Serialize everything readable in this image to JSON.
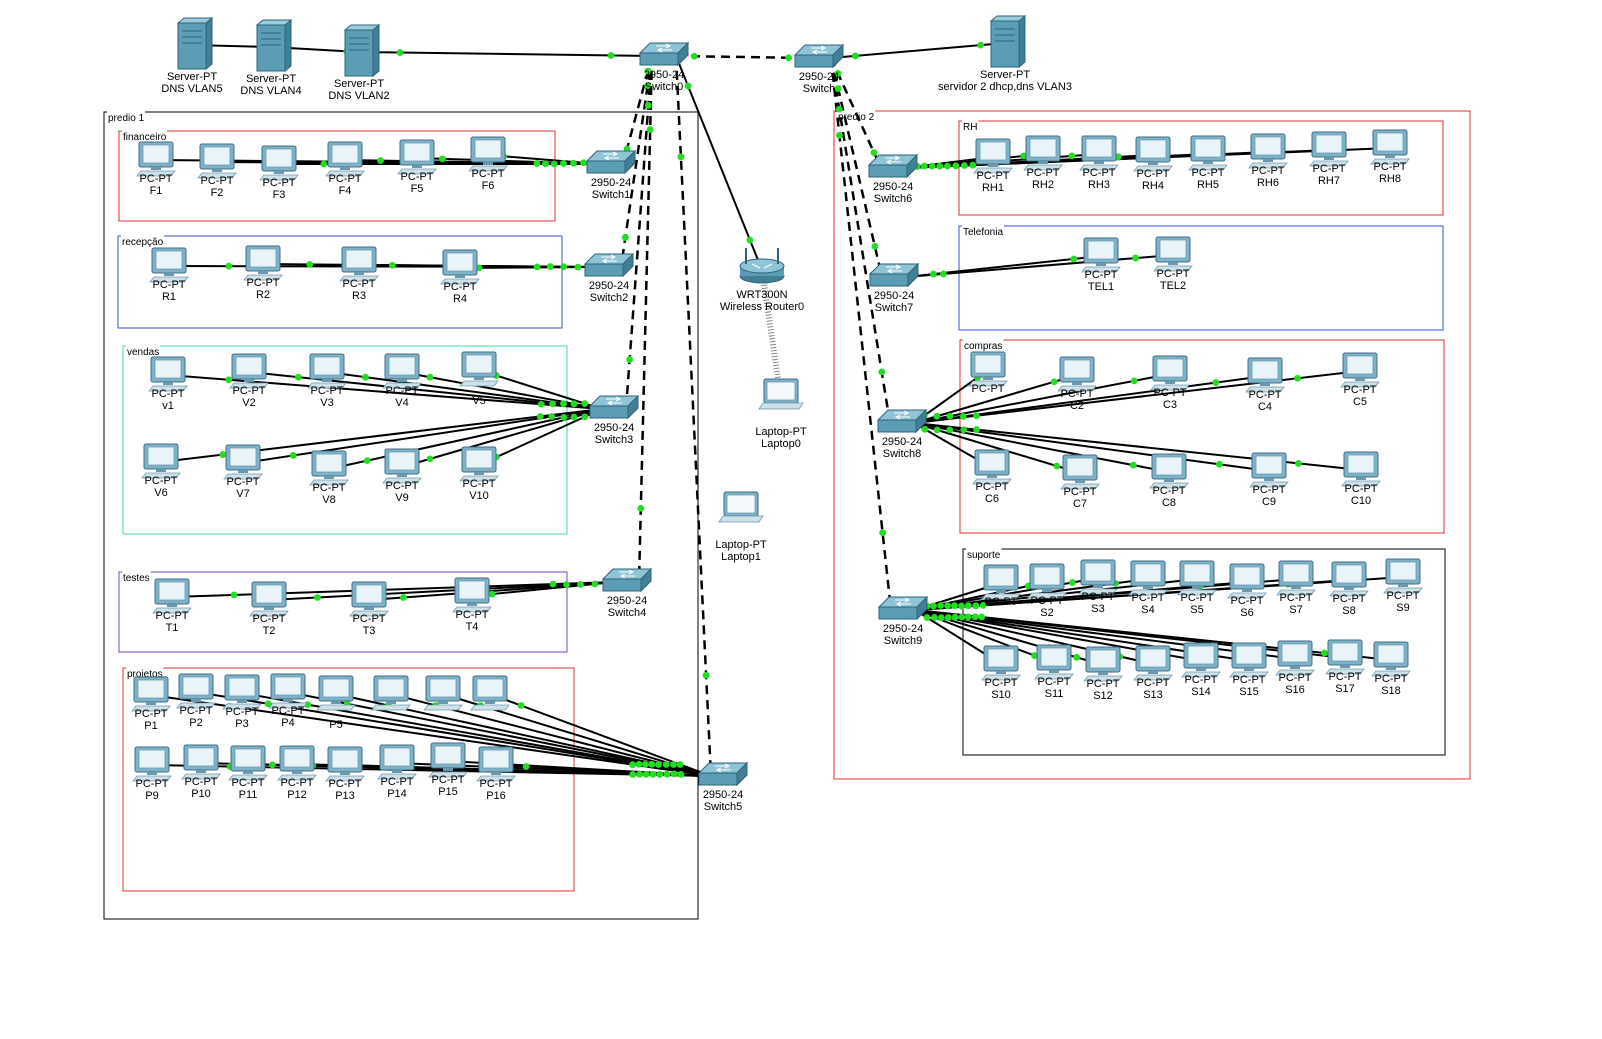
{
  "colors": {
    "background": "#ffffff",
    "link": "#000000",
    "port": "#22dd22",
    "red_area": "#e03030",
    "blue_area": "#3355cc",
    "green_area": "#44dd99",
    "purple_area": "#7744cc",
    "black_area": "#000000",
    "device_body": "#5a9db5"
  },
  "areas": [
    {
      "id": "predio1",
      "label": "predio 1",
      "color": "black"
    },
    {
      "id": "financeiro",
      "label": "financeiro",
      "color": "red"
    },
    {
      "id": "recepcao",
      "label": "recepção",
      "color": "blue"
    },
    {
      "id": "vendas",
      "label": "vendas",
      "color": "green"
    },
    {
      "id": "testes",
      "label": "testes",
      "color": "purple"
    },
    {
      "id": "projetos",
      "label": "projetos",
      "color": "red"
    },
    {
      "id": "predio2",
      "label": "predio 2",
      "color": "red"
    },
    {
      "id": "rh",
      "label": "RH",
      "color": "red"
    },
    {
      "id": "telefonia",
      "label": "Telefonia",
      "color": "blue"
    },
    {
      "id": "compras",
      "label": "compras",
      "color": "red"
    },
    {
      "id": "suporte",
      "label": "suporte",
      "color": "black"
    }
  ],
  "devices": [
    {
      "id": "srv1",
      "type": "server",
      "model": "Server-PT",
      "name": "DNS VLAN5"
    },
    {
      "id": "srv2",
      "type": "server",
      "model": "Server-PT",
      "name": "DNS VLAN4"
    },
    {
      "id": "srv3",
      "type": "server",
      "model": "Server-PT",
      "name": "DNS VLAN2"
    },
    {
      "id": "srv4",
      "type": "server",
      "model": "Server-PT",
      "name": "servidor 2 dhcp,dns VLAN3"
    },
    {
      "id": "sw0",
      "type": "switch",
      "model": "2950-24",
      "name": "Switch0"
    },
    {
      "id": "swC",
      "type": "switch",
      "model": "2950-24",
      "name": "Switch"
    },
    {
      "id": "sw1",
      "type": "switch",
      "model": "2950-24",
      "name": "Switch1"
    },
    {
      "id": "sw2",
      "type": "switch",
      "model": "2950-24",
      "name": "Switch2"
    },
    {
      "id": "sw3",
      "type": "switch",
      "model": "2950-24",
      "name": "Switch3"
    },
    {
      "id": "sw4",
      "type": "switch",
      "model": "2950-24",
      "name": "Switch4"
    },
    {
      "id": "sw5",
      "type": "switch",
      "model": "2950-24",
      "name": "Switch5"
    },
    {
      "id": "sw6",
      "type": "switch",
      "model": "2950-24",
      "name": "Switch6"
    },
    {
      "id": "sw7",
      "type": "switch",
      "model": "2950-24",
      "name": "Switch7"
    },
    {
      "id": "sw8",
      "type": "switch",
      "model": "2950-24",
      "name": "Switch8"
    },
    {
      "id": "sw9",
      "type": "switch",
      "model": "2950-24",
      "name": "Switch9"
    },
    {
      "id": "router",
      "type": "router",
      "model": "WRT300N",
      "name": "Wireless Router0"
    },
    {
      "id": "lap0",
      "type": "laptop",
      "model": "Laptop-PT",
      "name": "Laptop0"
    },
    {
      "id": "lap1",
      "type": "laptop",
      "model": "Laptop-PT",
      "name": "Laptop1"
    },
    {
      "id": "F1",
      "type": "pc",
      "model": "PC-PT",
      "name": "F1"
    },
    {
      "id": "F2",
      "type": "pc",
      "model": "PC-PT",
      "name": "F2"
    },
    {
      "id": "F3",
      "type": "pc",
      "model": "PC-PT",
      "name": "F3"
    },
    {
      "id": "F4",
      "type": "pc",
      "model": "PC-PT",
      "name": "F4"
    },
    {
      "id": "F5",
      "type": "pc",
      "model": "PC-PT",
      "name": "F5"
    },
    {
      "id": "F6",
      "type": "pc",
      "model": "PC-PT",
      "name": "F6"
    },
    {
      "id": "R1",
      "type": "pc",
      "model": "PC-PT",
      "name": "R1"
    },
    {
      "id": "R2",
      "type": "pc",
      "model": "PC-PT",
      "name": "R2"
    },
    {
      "id": "R3",
      "type": "pc",
      "model": "PC-PT",
      "name": "R3"
    },
    {
      "id": "R4",
      "type": "pc",
      "model": "PC-PT",
      "name": "R4"
    },
    {
      "id": "v1",
      "type": "pc",
      "model": "PC-PT",
      "name": "v1"
    },
    {
      "id": "V2",
      "type": "pc",
      "model": "PC-PT",
      "name": "V2"
    },
    {
      "id": "V3",
      "type": "pc",
      "model": "PC-PT",
      "name": "V3"
    },
    {
      "id": "V4",
      "type": "pc",
      "model": "PC-PT",
      "name": "V4"
    },
    {
      "id": "V5",
      "type": "pc",
      "model": "",
      "name": "V5"
    },
    {
      "id": "V6",
      "type": "pc",
      "model": "PC-PT",
      "name": "V6"
    },
    {
      "id": "V7",
      "type": "pc",
      "model": "PC-PT",
      "name": "V7"
    },
    {
      "id": "V8",
      "type": "pc",
      "model": "PC-PT",
      "name": "V8"
    },
    {
      "id": "V9",
      "type": "pc",
      "model": "PC-PT",
      "name": "V9"
    },
    {
      "id": "V10",
      "type": "pc",
      "model": "PC-PT",
      "name": "V10"
    },
    {
      "id": "T1",
      "type": "pc",
      "model": "PC-PT",
      "name": "T1"
    },
    {
      "id": "T2",
      "type": "pc",
      "model": "PC-PT",
      "name": "T2"
    },
    {
      "id": "T3",
      "type": "pc",
      "model": "PC-PT",
      "name": "T3"
    },
    {
      "id": "T4",
      "type": "pc",
      "model": "PC-PT",
      "name": "T4"
    },
    {
      "id": "P1",
      "type": "pc",
      "model": "PC-PT",
      "name": "P1"
    },
    {
      "id": "P2",
      "type": "pc",
      "model": "PC-PT",
      "name": "P2"
    },
    {
      "id": "P3",
      "type": "pc",
      "model": "PC-PT",
      "name": "P3"
    },
    {
      "id": "P4",
      "type": "pc",
      "model": "PC-PT",
      "name": "P4"
    },
    {
      "id": "P5",
      "type": "pc",
      "model": "",
      "name": "P5"
    },
    {
      "id": "P6",
      "type": "pc",
      "model": "",
      "name": ""
    },
    {
      "id": "P7",
      "type": "pc",
      "model": "",
      "name": ""
    },
    {
      "id": "P8",
      "type": "pc",
      "model": "",
      "name": ""
    },
    {
      "id": "P9",
      "type": "pc",
      "model": "PC-PT",
      "name": "P9"
    },
    {
      "id": "P10",
      "type": "pc",
      "model": "PC-PT",
      "name": "P10"
    },
    {
      "id": "P11",
      "type": "pc",
      "model": "PC-PT",
      "name": "P11"
    },
    {
      "id": "P12",
      "type": "pc",
      "model": "PC-PT",
      "name": "P12"
    },
    {
      "id": "P13",
      "type": "pc",
      "model": "PC-PT",
      "name": "P13"
    },
    {
      "id": "P14",
      "type": "pc",
      "model": "PC-PT",
      "name": "P14"
    },
    {
      "id": "P15",
      "type": "pc",
      "model": "PC-PT",
      "name": "P15"
    },
    {
      "id": "P16",
      "type": "pc",
      "model": "PC-PT",
      "name": "P16"
    },
    {
      "id": "RH1",
      "type": "pc",
      "model": "PC-PT",
      "name": "RH1"
    },
    {
      "id": "RH2",
      "type": "pc",
      "model": "PC-PT",
      "name": "RH2"
    },
    {
      "id": "RH3",
      "type": "pc",
      "model": "PC-PT",
      "name": "RH3"
    },
    {
      "id": "RH4",
      "type": "pc",
      "model": "PC-PT",
      "name": "RH4"
    },
    {
      "id": "RH5",
      "type": "pc",
      "model": "PC-PT",
      "name": "RH5"
    },
    {
      "id": "RH6",
      "type": "pc",
      "model": "PC-PT",
      "name": "RH6"
    },
    {
      "id": "RH7",
      "type": "pc",
      "model": "PC-PT",
      "name": "RH7"
    },
    {
      "id": "RH8",
      "type": "pc",
      "model": "PC-PT",
      "name": "RH8"
    },
    {
      "id": "TEL1",
      "type": "pc",
      "model": "PC-PT",
      "name": "TEL1"
    },
    {
      "id": "TEL2",
      "type": "pc",
      "model": "PC-PT",
      "name": "TEL2"
    },
    {
      "id": "C1",
      "type": "pc",
      "model": "PC-PT",
      "name": ""
    },
    {
      "id": "C2",
      "type": "pc",
      "model": "PC-PT",
      "name": "C2"
    },
    {
      "id": "C3",
      "type": "pc",
      "model": "PC-PT",
      "name": "C3"
    },
    {
      "id": "C4",
      "type": "pc",
      "model": "PC-PT",
      "name": "C4"
    },
    {
      "id": "C5",
      "type": "pc",
      "model": "PC-PT",
      "name": "C5"
    },
    {
      "id": "C6",
      "type": "pc",
      "model": "PC-PT",
      "name": "C6"
    },
    {
      "id": "C7",
      "type": "pc",
      "model": "PC-PT",
      "name": "C7"
    },
    {
      "id": "C8",
      "type": "pc",
      "model": "PC-PT",
      "name": "C8"
    },
    {
      "id": "C9",
      "type": "pc",
      "model": "PC-PT",
      "name": "C9"
    },
    {
      "id": "C10",
      "type": "pc",
      "model": "PC-PT",
      "name": "C10"
    },
    {
      "id": "S1",
      "type": "pc",
      "model": "PC-PT",
      "name": ""
    },
    {
      "id": "S2",
      "type": "pc",
      "model": "PC-PT",
      "name": "S2"
    },
    {
      "id": "S3",
      "type": "pc",
      "model": "PC-PT",
      "name": "S3"
    },
    {
      "id": "S4",
      "type": "pc",
      "model": "PC-PT",
      "name": "S4"
    },
    {
      "id": "S5",
      "type": "pc",
      "model": "PC-PT",
      "name": "S5"
    },
    {
      "id": "S6",
      "type": "pc",
      "model": "PC-PT",
      "name": "S6"
    },
    {
      "id": "S7",
      "type": "pc",
      "model": "PC-PT",
      "name": "S7"
    },
    {
      "id": "S8",
      "type": "pc",
      "model": "PC-PT",
      "name": "S8"
    },
    {
      "id": "S9",
      "type": "pc",
      "model": "PC-PT",
      "name": "S9"
    },
    {
      "id": "S10",
      "type": "pc",
      "model": "PC-PT",
      "name": "S10"
    },
    {
      "id": "S11",
      "type": "pc",
      "model": "PC-PT",
      "name": "S11"
    },
    {
      "id": "S12",
      "type": "pc",
      "model": "PC-PT",
      "name": "S12"
    },
    {
      "id": "S13",
      "type": "pc",
      "model": "PC-PT",
      "name": "S13"
    },
    {
      "id": "S14",
      "type": "pc",
      "model": "PC-PT",
      "name": "S14"
    },
    {
      "id": "S15",
      "type": "pc",
      "model": "PC-PT",
      "name": "S15"
    },
    {
      "id": "S16",
      "type": "pc",
      "model": "PC-PT",
      "name": "S16"
    },
    {
      "id": "S17",
      "type": "pc",
      "model": "PC-PT",
      "name": "S17"
    },
    {
      "id": "S18",
      "type": "pc",
      "model": "PC-PT",
      "name": "S18"
    }
  ],
  "links": [
    {
      "from": "srv1",
      "to": "srv2",
      "style": "solid"
    },
    {
      "from": "srv2",
      "to": "srv3",
      "style": "solid"
    },
    {
      "from": "srv3",
      "to": "sw0",
      "style": "solid"
    },
    {
      "from": "sw0",
      "to": "swC",
      "style": "dashed"
    },
    {
      "from": "swC",
      "to": "srv4",
      "style": "solid"
    },
    {
      "from": "sw0",
      "to": "router",
      "style": "solid"
    },
    {
      "from": "router",
      "to": "lap0",
      "style": "wireless"
    },
    {
      "from": "sw0",
      "to": "sw1",
      "style": "dashed"
    },
    {
      "from": "sw0",
      "to": "sw2",
      "style": "dashed"
    },
    {
      "from": "sw0",
      "to": "sw3",
      "style": "dashed"
    },
    {
      "from": "sw0",
      "to": "sw4",
      "style": "dashed"
    },
    {
      "from": "sw0",
      "to": "sw5",
      "style": "dashed"
    },
    {
      "from": "swC",
      "to": "sw6",
      "style": "dashed"
    },
    {
      "from": "swC",
      "to": "sw7",
      "style": "dashed"
    },
    {
      "from": "swC",
      "to": "sw8",
      "style": "dashed"
    },
    {
      "from": "swC",
      "to": "sw9",
      "style": "dashed"
    },
    {
      "from": "F1",
      "to": "sw1",
      "style": "solid"
    },
    {
      "from": "F2",
      "to": "sw1",
      "style": "solid"
    },
    {
      "from": "F3",
      "to": "sw1",
      "style": "solid"
    },
    {
      "from": "F4",
      "to": "sw1",
      "style": "solid"
    },
    {
      "from": "F5",
      "to": "sw1",
      "style": "solid"
    },
    {
      "from": "F6",
      "to": "sw1",
      "style": "solid"
    },
    {
      "from": "R1",
      "to": "sw2",
      "style": "solid"
    },
    {
      "from": "R2",
      "to": "sw2",
      "style": "solid"
    },
    {
      "from": "R3",
      "to": "sw2",
      "style": "solid"
    },
    {
      "from": "R4",
      "to": "sw2",
      "style": "solid"
    },
    {
      "from": "v1",
      "to": "sw3",
      "style": "solid"
    },
    {
      "from": "V2",
      "to": "sw3",
      "style": "solid"
    },
    {
      "from": "V3",
      "to": "sw3",
      "style": "solid"
    },
    {
      "from": "V4",
      "to": "sw3",
      "style": "solid"
    },
    {
      "from": "V5",
      "to": "sw3",
      "style": "solid"
    },
    {
      "from": "V6",
      "to": "sw3",
      "style": "solid"
    },
    {
      "from": "V7",
      "to": "sw3",
      "style": "solid"
    },
    {
      "from": "V8",
      "to": "sw3",
      "style": "solid"
    },
    {
      "from": "V9",
      "to": "sw3",
      "style": "solid"
    },
    {
      "from": "V10",
      "to": "sw3",
      "style": "solid"
    },
    {
      "from": "T1",
      "to": "sw4",
      "style": "solid"
    },
    {
      "from": "T2",
      "to": "sw4",
      "style": "solid"
    },
    {
      "from": "T3",
      "to": "sw4",
      "style": "solid"
    },
    {
      "from": "T4",
      "to": "sw4",
      "style": "solid"
    },
    {
      "from": "P1",
      "to": "sw5",
      "style": "solid"
    },
    {
      "from": "P2",
      "to": "sw5",
      "style": "solid"
    },
    {
      "from": "P3",
      "to": "sw5",
      "style": "solid"
    },
    {
      "from": "P4",
      "to": "sw5",
      "style": "solid"
    },
    {
      "from": "P5",
      "to": "sw5",
      "style": "solid"
    },
    {
      "from": "P6",
      "to": "sw5",
      "style": "solid"
    },
    {
      "from": "P7",
      "to": "sw5",
      "style": "solid"
    },
    {
      "from": "P8",
      "to": "sw5",
      "style": "solid"
    },
    {
      "from": "P9",
      "to": "sw5",
      "style": "solid"
    },
    {
      "from": "P10",
      "to": "sw5",
      "style": "solid"
    },
    {
      "from": "P11",
      "to": "sw5",
      "style": "solid"
    },
    {
      "from": "P12",
      "to": "sw5",
      "style": "solid"
    },
    {
      "from": "P13",
      "to": "sw5",
      "style": "solid"
    },
    {
      "from": "P14",
      "to": "sw5",
      "style": "solid"
    },
    {
      "from": "P15",
      "to": "sw5",
      "style": "solid"
    },
    {
      "from": "P16",
      "to": "sw5",
      "style": "solid"
    },
    {
      "from": "RH1",
      "to": "sw6",
      "style": "solid"
    },
    {
      "from": "RH2",
      "to": "sw6",
      "style": "solid"
    },
    {
      "from": "RH3",
      "to": "sw6",
      "style": "solid"
    },
    {
      "from": "RH4",
      "to": "sw6",
      "style": "solid"
    },
    {
      "from": "RH5",
      "to": "sw6",
      "style": "solid"
    },
    {
      "from": "RH6",
      "to": "sw6",
      "style": "solid"
    },
    {
      "from": "RH7",
      "to": "sw6",
      "style": "solid"
    },
    {
      "from": "RH8",
      "to": "sw6",
      "style": "solid"
    },
    {
      "from": "TEL1",
      "to": "sw7",
      "style": "solid"
    },
    {
      "from": "TEL2",
      "to": "sw7",
      "style": "solid"
    },
    {
      "from": "C1",
      "to": "sw8",
      "style": "solid"
    },
    {
      "from": "C2",
      "to": "sw8",
      "style": "solid"
    },
    {
      "from": "C3",
      "to": "sw8",
      "style": "solid"
    },
    {
      "from": "C4",
      "to": "sw8",
      "style": "solid"
    },
    {
      "from": "C5",
      "to": "sw8",
      "style": "solid"
    },
    {
      "from": "C6",
      "to": "sw8",
      "style": "solid"
    },
    {
      "from": "C7",
      "to": "sw8",
      "style": "solid"
    },
    {
      "from": "C8",
      "to": "sw8",
      "style": "solid"
    },
    {
      "from": "C9",
      "to": "sw8",
      "style": "solid"
    },
    {
      "from": "C10",
      "to": "sw8",
      "style": "solid"
    },
    {
      "from": "S1",
      "to": "sw9",
      "style": "solid"
    },
    {
      "from": "S2",
      "to": "sw9",
      "style": "solid"
    },
    {
      "from": "S3",
      "to": "sw9",
      "style": "solid"
    },
    {
      "from": "S4",
      "to": "sw9",
      "style": "solid"
    },
    {
      "from": "S5",
      "to": "sw9",
      "style": "solid"
    },
    {
      "from": "S6",
      "to": "sw9",
      "style": "solid"
    },
    {
      "from": "S7",
      "to": "sw9",
      "style": "solid"
    },
    {
      "from": "S8",
      "to": "sw9",
      "style": "solid"
    },
    {
      "from": "S9",
      "to": "sw9",
      "style": "solid"
    },
    {
      "from": "S10",
      "to": "sw9",
      "style": "solid"
    },
    {
      "from": "S11",
      "to": "sw9",
      "style": "solid"
    },
    {
      "from": "S12",
      "to": "sw9",
      "style": "solid"
    },
    {
      "from": "S13",
      "to": "sw9",
      "style": "solid"
    },
    {
      "from": "S14",
      "to": "sw9",
      "style": "solid"
    },
    {
      "from": "S15",
      "to": "sw9",
      "style": "solid"
    },
    {
      "from": "S16",
      "to": "sw9",
      "style": "solid"
    },
    {
      "from": "S17",
      "to": "sw9",
      "style": "solid"
    },
    {
      "from": "S18",
      "to": "sw9",
      "style": "solid"
    }
  ]
}
